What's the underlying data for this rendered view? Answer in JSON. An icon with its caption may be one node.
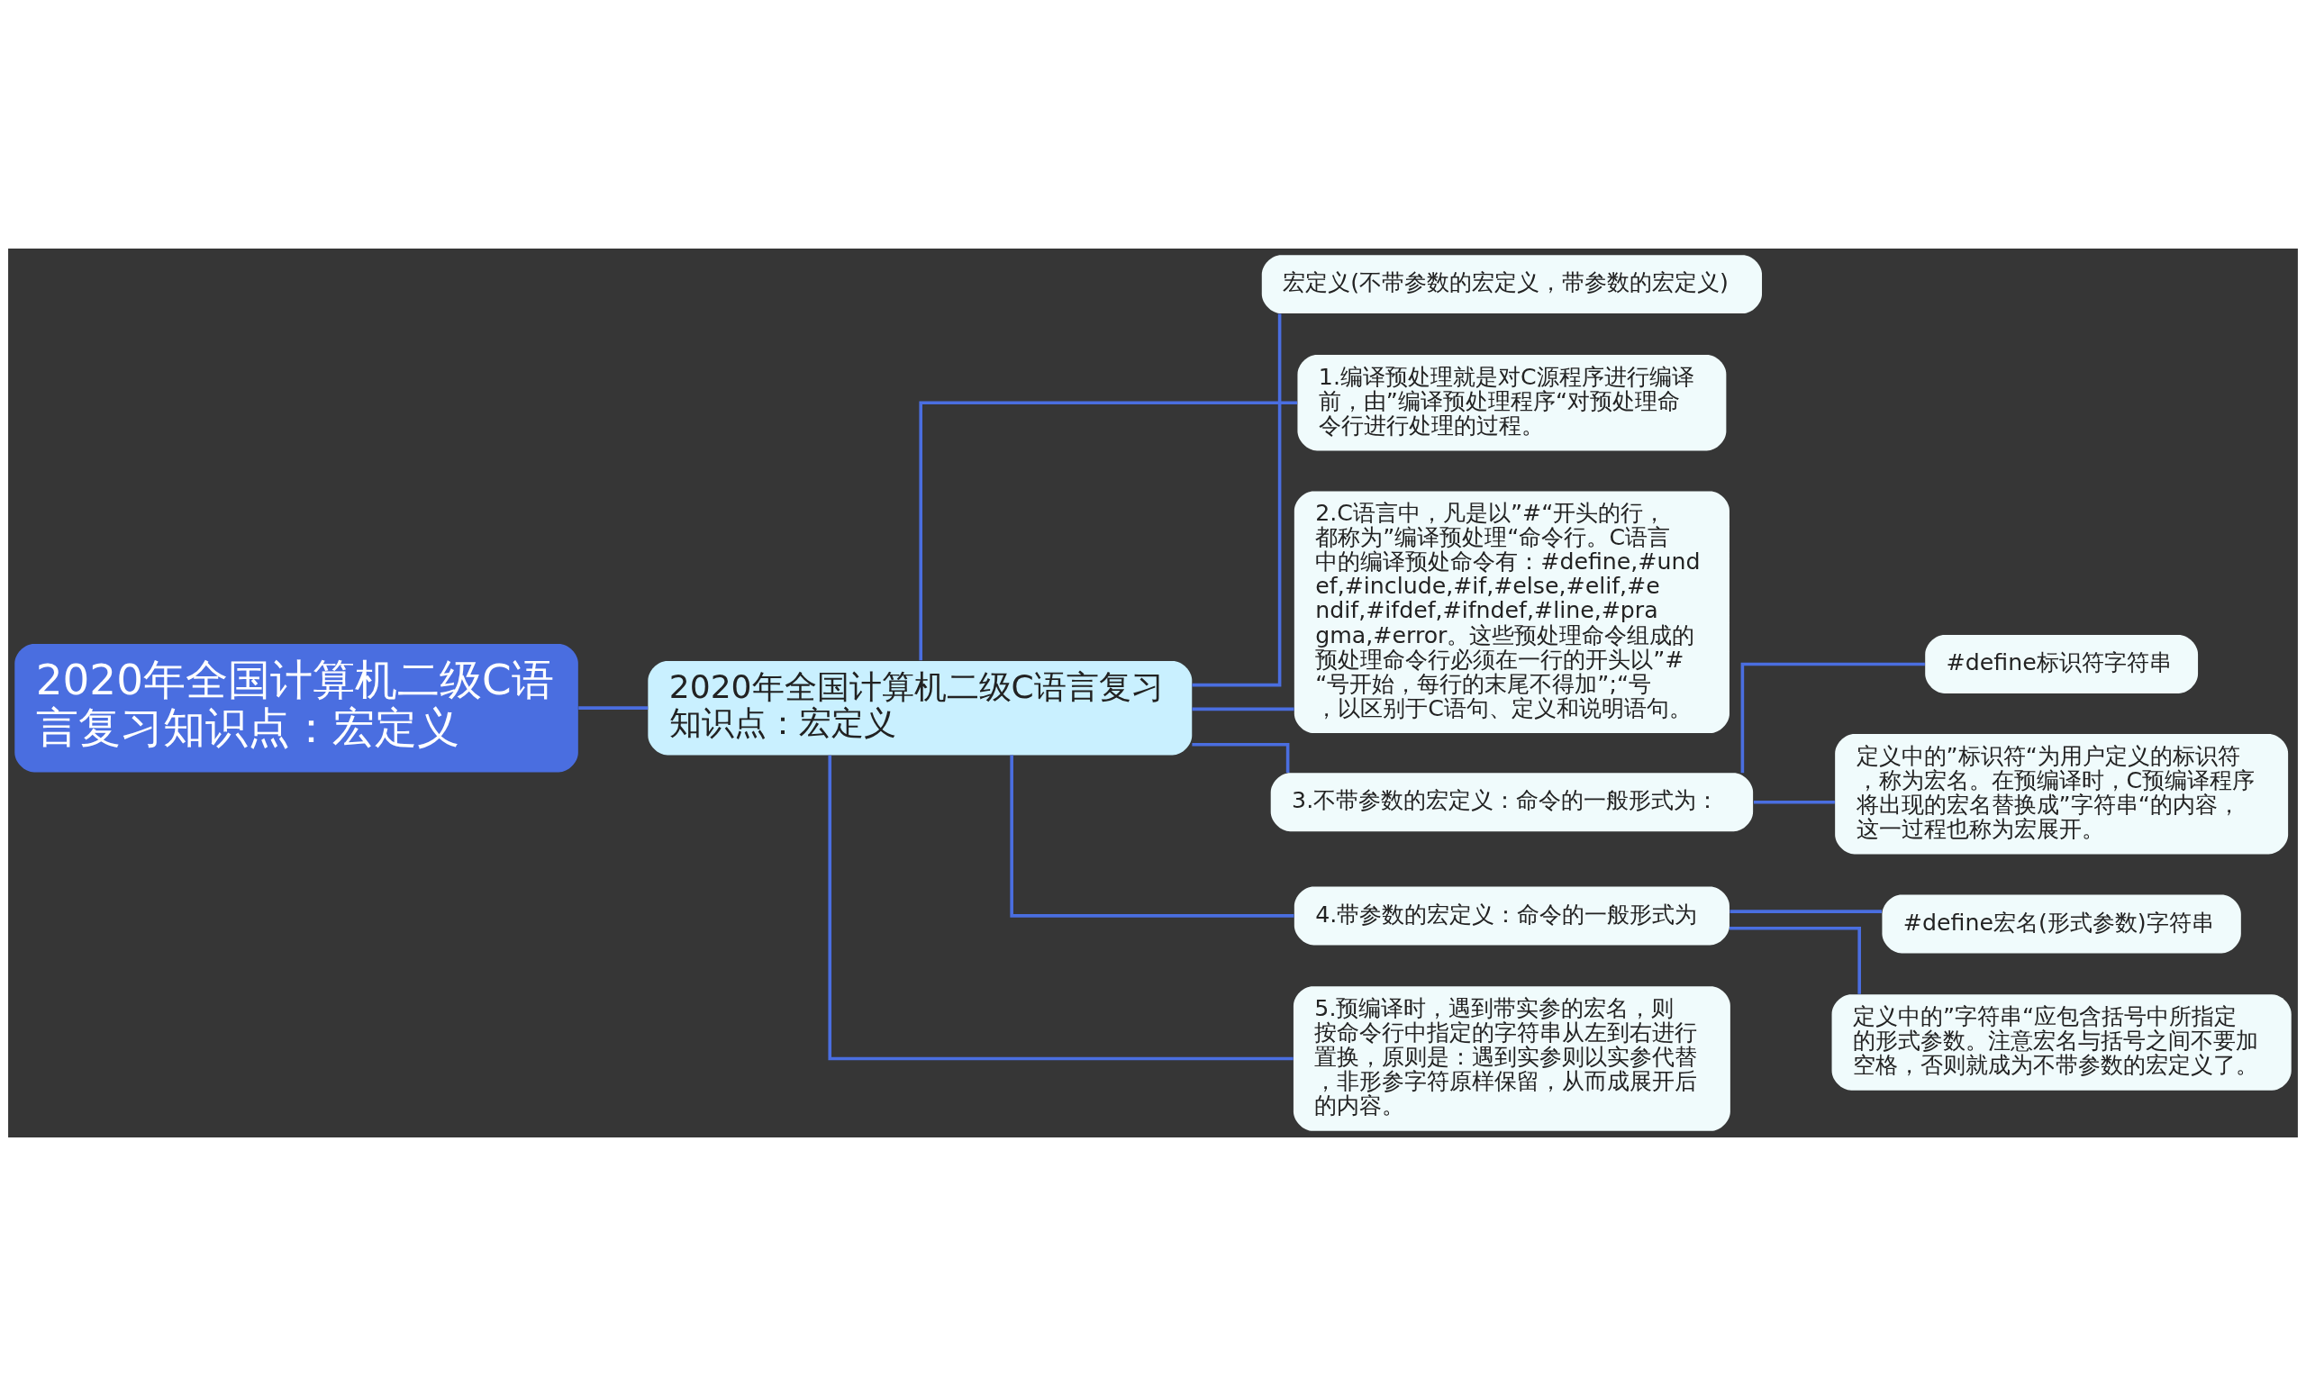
{
  "diagram": {
    "nodes": [
      {
        "text": [
          "2020年全国计算机二级C语言复习知识点：宏定义"
        ]
      },
      {
        "text": [
          "2020年全国计算机二级C语言复习知识点：宏定义"
        ]
      },
      {
        "text": [
          "宏定义(不带参数的宏定义，带参数的宏定义)"
        ]
      },
      {
        "text": [
          "1.编译预处理就是对C源程序进行编译前，由”编译预处理程序“对预处理命令行进行处理的过程。"
        ]
      },
      {
        "text": [
          "2.C语言中，凡是以”#“开头的行，都称为”编译预处理“命令行。C语言中的编译预处命令有：#define,#undef,#include,#if,#else,#elif,#endif,#ifdef,#ifndef,#line,#pragma,#error。这些预处理命令组成的预处理命令行必须在一行的开头以”#“号开始，每行的末尾不得加”;“号，以区别于C语句、定义和说明语句。"
        ]
      },
      {
        "text": [
          "3.不带参数的宏定义：命令的一般形式为："
        ]
      },
      {
        "text": [
          "#define标识符字符串"
        ]
      },
      {
        "text": [
          "定义中的”标识符“为用户定义的标识符，称为宏名。在预编译时，C预编译程序将出现的宏名替换成”字符串“的内容，这一过程也称为宏展开。"
        ]
      },
      {
        "text": [
          "4.带参数的宏定义：命令的一般形式为"
        ]
      },
      {
        "text": [
          "#define宏名(形式参数)字符串"
        ]
      },
      {
        "text": [
          "定义中的”字符串“应包含括号中所指定的形式参数。注意宏名与括号之间不要加空格，否则就成为不带参数的宏定义了。"
        ]
      },
      {
        "text": [
          "5.预编译时，遇到带实参的宏名，则按命令行中指定的字符串从左到右进行置换，原则是：遇到实参则以实参代替，非形参字符原样保留，从而成展开后的内容。"
        ]
      }
    ],
    "edges": [
      {
        "from": 0,
        "to": 1,
        "arrow": "none"
      },
      {
        "from": 1,
        "to": 2,
        "arrow": "none"
      },
      {
        "from": 1,
        "to": 3,
        "arrow": "none"
      },
      {
        "from": 1,
        "to": 4,
        "arrow": "none"
      },
      {
        "from": 1,
        "to": 5,
        "arrow": "none"
      },
      {
        "from": 5,
        "to": 6,
        "arrow": "none"
      },
      {
        "from": 5,
        "to": 7,
        "arrow": "none"
      },
      {
        "from": 1,
        "to": 8,
        "arrow": "none"
      },
      {
        "from": 8,
        "to": 9,
        "arrow": "none"
      },
      {
        "from": 8,
        "to": 10,
        "arrow": "none"
      },
      {
        "from": 1,
        "to": 11,
        "arrow": "none"
      }
    ]
  }
}
